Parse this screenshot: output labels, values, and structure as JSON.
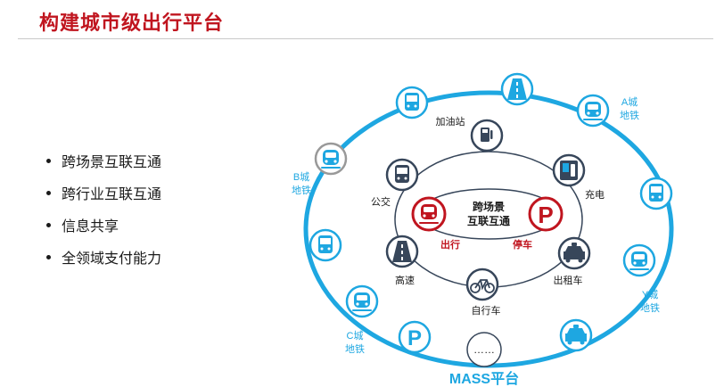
{
  "title": "构建城市级出行平台",
  "bullets": [
    "跨场景互联互通",
    "跨行业互联互通",
    "信息共享",
    "全领域支付能力"
  ],
  "colors": {
    "accent_red": "#c0151f",
    "ring_blue": "#1ea7e1",
    "inner_gray": "#37465a"
  },
  "diagram": {
    "center_label_1": "跨场景",
    "center_label_2": "互联互通",
    "hubs": {
      "travel": "出行",
      "parking": "停车"
    },
    "inner_nodes": {
      "gas": "加油站",
      "bus": "公交",
      "charging": "充电",
      "highway": "高速",
      "taxi": "出租车",
      "bike": "自行车"
    },
    "outer_labels": {
      "a_metro_1": "A城",
      "a_metro_2": "地铁",
      "b_metro_1": "B城",
      "b_metro_2": "地铁",
      "c_metro_1": "C城",
      "c_metro_2": "地铁",
      "y_metro_1": "Y城",
      "y_metro_2": "地铁"
    },
    "more_label": "……",
    "platform": "MASS平台"
  }
}
